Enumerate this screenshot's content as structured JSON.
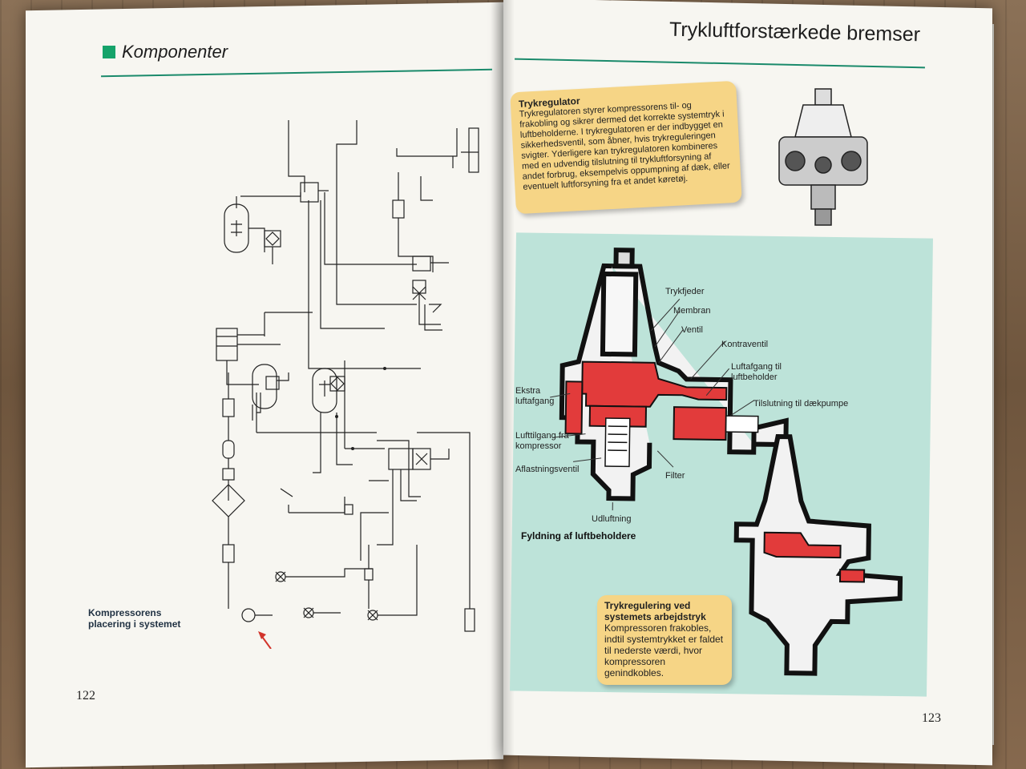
{
  "left_page": {
    "section_title": "Komponenter",
    "caption": "Kompressorens placering i systemet",
    "page_number": "122"
  },
  "right_page": {
    "title": "Trykluftforstærkede bremser",
    "page_number": "123",
    "info_box": {
      "heading": "Trykregulator",
      "body": "Trykregulatoren styrer kompressorens til- og frakobling og sikrer dermed det korrekte systemtryk i luftbeholderne. I trykregulatoren er der indbygget en sikkerhedsventil, som åbner, hvis trykreguleringen svigter. Yderligere kan trykregulatoren kombineres med en udvendig tilslutning til trykluftforsyning af andet forbrug, eksempelvis oppumpning af dæk, eller eventuelt luftforsyning fra et andet køretøj."
    },
    "diagram_labels": {
      "trykfjeder": "Trykfjeder",
      "membran": "Membran",
      "ventil": "Ventil",
      "kontraventil": "Kontraventil",
      "luftafgang": "Luftafgang til luftbeholder",
      "tilslutning": "Tilslutning til dækpumpe",
      "ekstra": "Ekstra luftafgang",
      "lufttilgang": "Lufttilgang fra kompressor",
      "aflastning": "Aflastningsventil",
      "filter": "Filter",
      "udluftning": "Udluftning"
    },
    "diagram_caption": "Fyldning af luftbeholdere",
    "bottom_box": {
      "heading": "Trykregulering ved systemets arbejdstryk",
      "body": "Kompressoren frakobles, indtil systemtrykket er faldet til nederste værdi, hvor kompressoren genindkobles."
    }
  },
  "colors": {
    "accent_green": "#15a36a",
    "rule_teal": "#1a8a6b",
    "note_yellow": "#f6d586",
    "panel_teal": "#bde3d9",
    "pressure_red": "#e23b3b"
  }
}
